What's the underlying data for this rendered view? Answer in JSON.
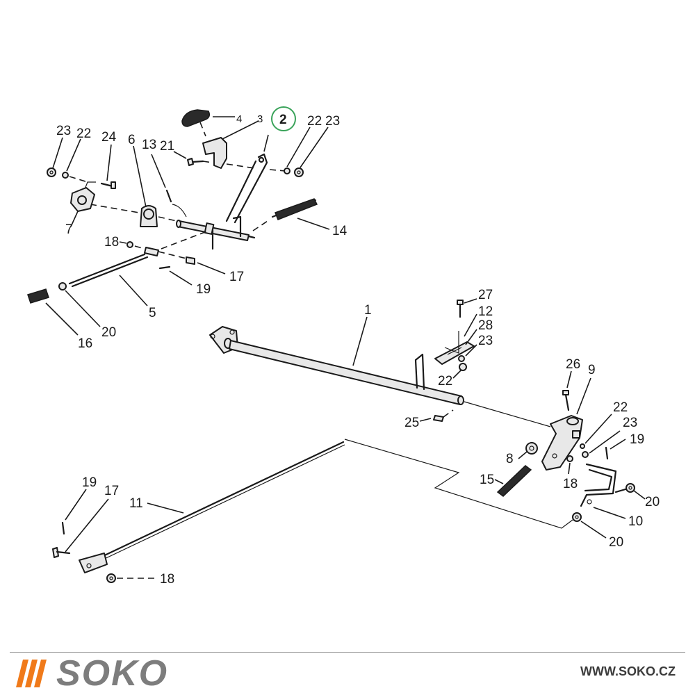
{
  "callouts": {
    "c23a": "23",
    "c22a": "22",
    "c24": "24",
    "c6": "6",
    "c13": "13",
    "c21": "21",
    "c4": "4",
    "c3": "3",
    "c2": "2",
    "c22b": "22",
    "c23b": "23",
    "c7": "7",
    "c14": "14",
    "c18a": "18",
    "c17a": "17",
    "c19a": "19",
    "c5": "5",
    "c20a": "20",
    "c16": "16",
    "c1": "1",
    "c27": "27",
    "c12": "12",
    "c28": "28",
    "c23c": "23",
    "c22c": "22",
    "c25": "25",
    "c26": "26",
    "c9": "9",
    "c22d": "22",
    "c23d": "23",
    "c19b": "19",
    "c8": "8",
    "c15": "15",
    "c18b": "18",
    "c20b": "20",
    "c10": "10",
    "c20c": "20",
    "c19c": "19",
    "c17b": "17",
    "c11": "11",
    "c18c": "18"
  },
  "highlight": {
    "label": "2",
    "color": "#3aa35a"
  },
  "footer": {
    "brand": "SOKO",
    "url": "WWW.SOKO.CZ",
    "bar_color": "#f07a1a"
  }
}
